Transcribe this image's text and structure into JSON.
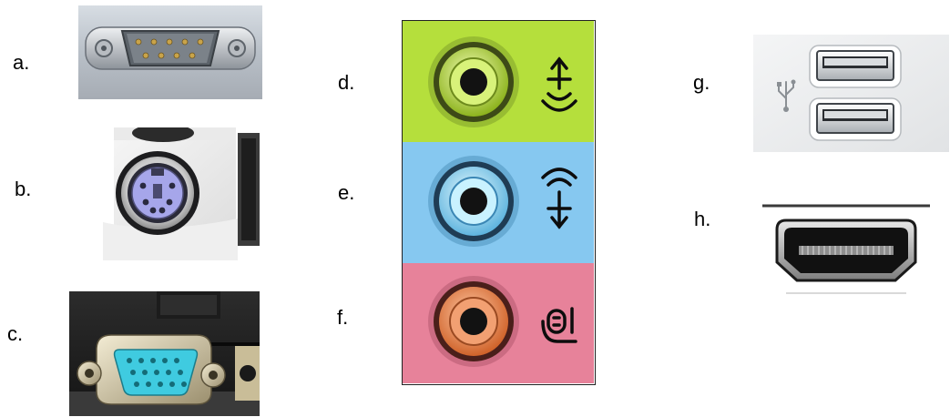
{
  "labels": {
    "a": "a.",
    "b": "b.",
    "c": "c.",
    "d": "d.",
    "e": "e.",
    "f": "f.",
    "g": "g.",
    "h": "h."
  },
  "colors": {
    "audio_out_green": "#b5df3c",
    "line_in_blue": "#86c8f0",
    "mic_pink": "#e7829a",
    "ps2_purple": "#a6a6ea",
    "vga_cyan": "#3fcbe0"
  },
  "icons": {
    "a": "serial-db9-port-icon",
    "b": "ps2-port-icon",
    "c": "vga-port-icon",
    "d": "audio-line-out-icon",
    "e": "audio-line-in-icon",
    "f": "microphone-icon",
    "g": "usb-icon",
    "h": "hdmi-port-icon"
  }
}
